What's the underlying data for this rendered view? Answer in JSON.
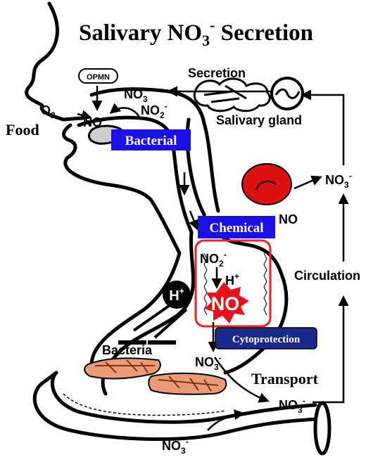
{
  "title": {
    "main": "Salivary NO",
    "sub": "3",
    "sup": "-",
    "rest": " Secretion"
  },
  "labels": {
    "opmn": "OPMN",
    "secretion": "Secretion",
    "salivary_gland": "Salivary gland",
    "food": "Food",
    "o2": {
      "base": "O",
      "sub": "2"
    },
    "no_mouth": "NO",
    "no3_mouth": {
      "base": "NO",
      "sub": "3",
      "sup": "-"
    },
    "no2_mouth": {
      "base": "NO",
      "sub": "2",
      "sup": "-"
    },
    "no3_blood": {
      "base": "NO",
      "sub": "3",
      "sup": "-"
    },
    "no_blood": "NO",
    "circulation": "Circulation",
    "no2_stomach": {
      "base": "NO",
      "sub": "2",
      "sup": "-"
    },
    "h_plus_stomach": {
      "base": "H",
      "sup": "+"
    },
    "h_plus_circle": {
      "base": "H",
      "sup": "+"
    },
    "no_burst": "NO",
    "bacteria": "Bacteria",
    "no3_lower_stomach": {
      "base": "NO",
      "sub": "3",
      "sup": "-"
    },
    "transport": "Transport",
    "no3_transport": {
      "base": "NO",
      "sub": "3",
      "sup": "-"
    },
    "no3_intestine": {
      "base": "NO",
      "sub": "3",
      "sup": "-"
    }
  },
  "badges": {
    "bacterial": "Bacterial",
    "chemical": "Chemical",
    "cytoprotection": "Cytoprotection"
  },
  "colors": {
    "badge_blue": "#1a10e6",
    "cyto_blue": "#1a2a8c",
    "rbc_red": "#dd1111",
    "burst_red": "#e8101c",
    "box_outline": "#ee2222",
    "tissue": "#ea9b76",
    "vessels": "#7a3516",
    "line": "#000000"
  }
}
